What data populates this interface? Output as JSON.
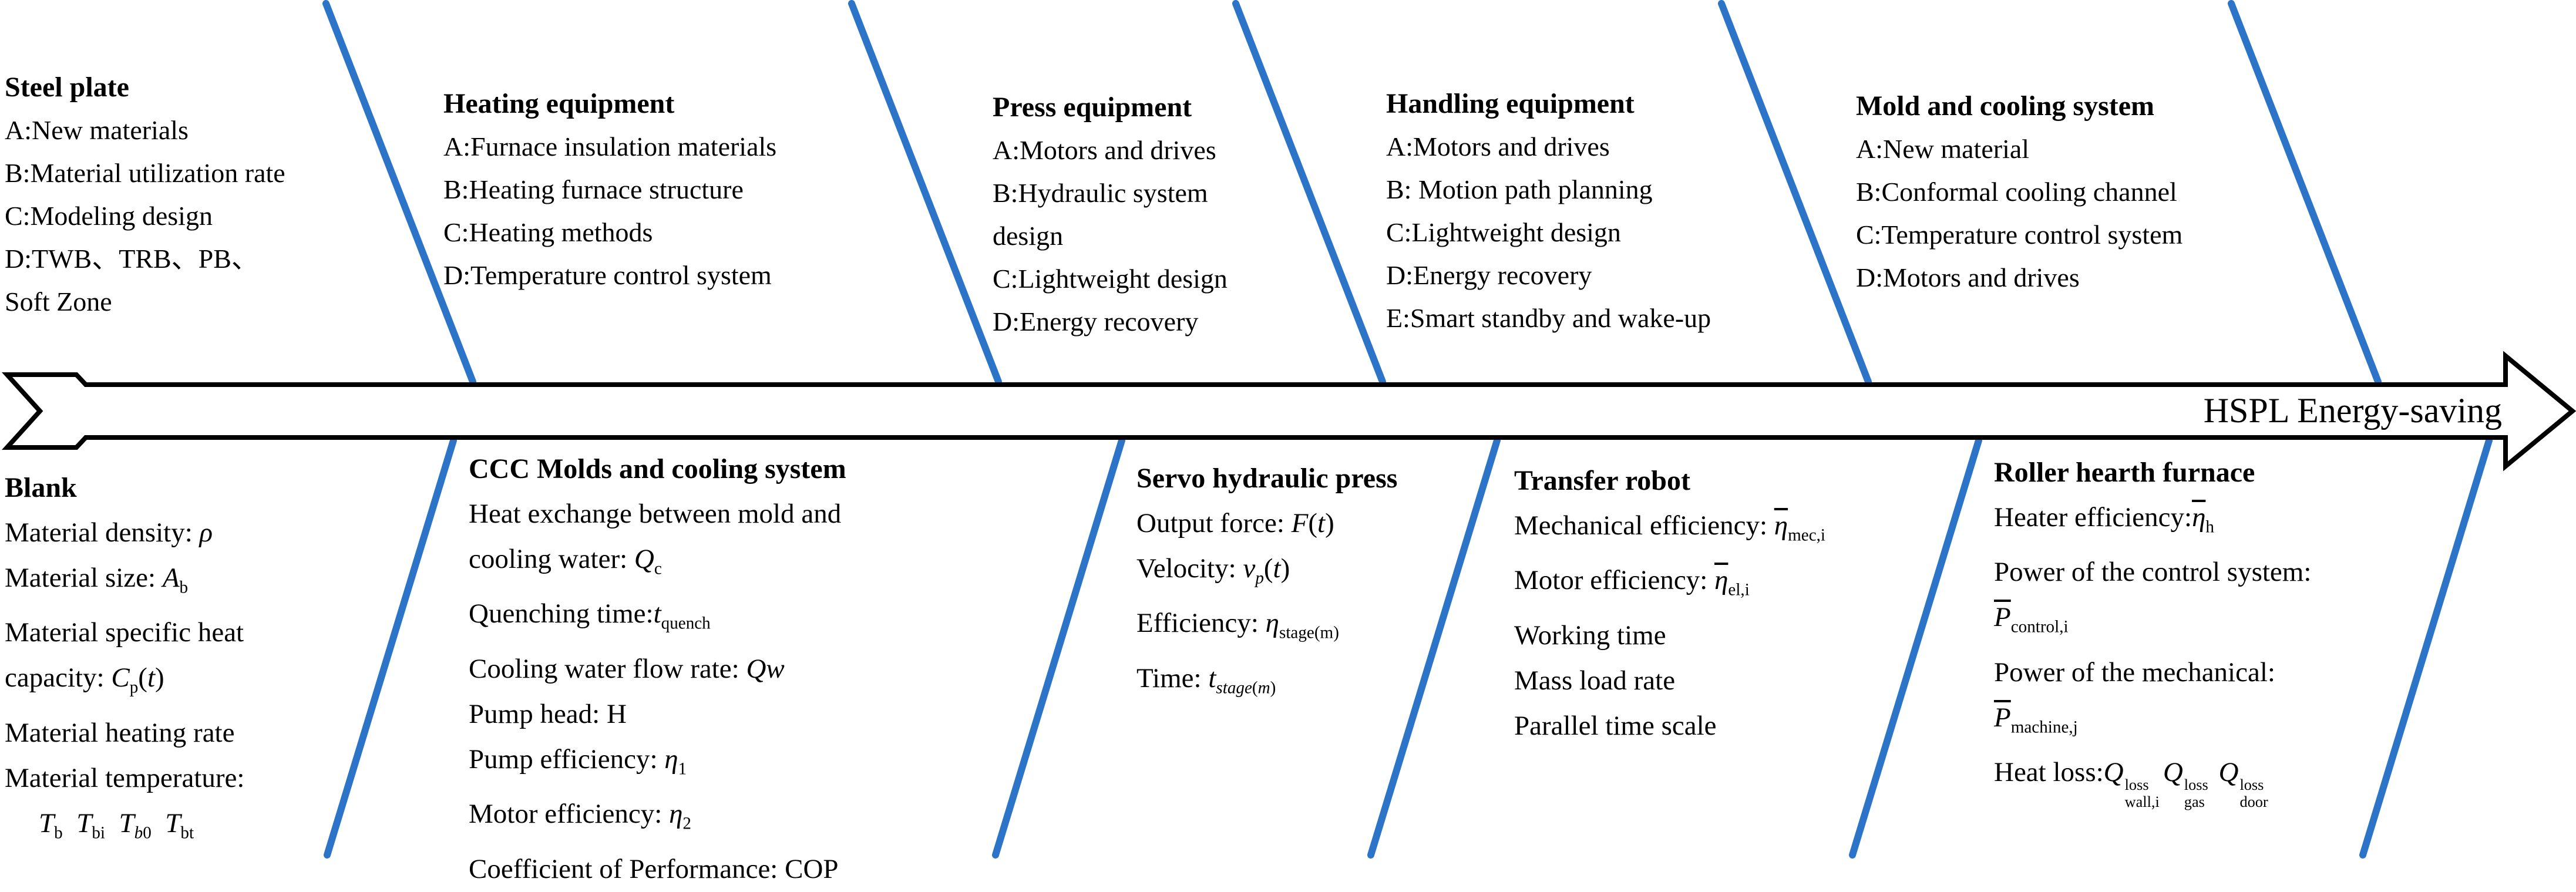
{
  "diagram": {
    "arrow_label": "HSPL Energy-saving",
    "rib_color": "#2B74C8",
    "outline_color": "#000000"
  },
  "top_sections": [
    {
      "title": "Steel plate",
      "lines": [
        "A:New materials",
        "B:Material utilization rate",
        "C:Modeling design",
        "D:TWB、TRB、PB、",
        "Soft Zone"
      ]
    },
    {
      "title": "Heating equipment",
      "lines": [
        "A:Furnace insulation materials",
        "B:Heating furnace structure",
        "C:Heating methods",
        "D:Temperature control system"
      ]
    },
    {
      "title": "Press equipment",
      "lines": [
        "A:Motors and drives",
        "B:Hydraulic system",
        "design",
        "C:Lightweight design",
        "D:Energy recovery"
      ]
    },
    {
      "title": "Handling equipment",
      "lines": [
        "A:Motors and drives",
        "B: Motion path planning",
        "C:Lightweight design",
        "D:Energy recovery",
        "E:Smart standby and wake-up"
      ]
    },
    {
      "title": "Mold and cooling system",
      "lines": [
        "A:New material",
        "B:Conformal cooling channel",
        "C:Temperature control system",
        "D:Motors and drives"
      ]
    }
  ],
  "bottom_sections": [
    {
      "title": "Blank",
      "lines": [
        "Material density: <i>ρ</i>",
        "Material size: <i>A</i><sub>b</sub>",
        "Material specific heat",
        "capacity: <i>C</i><sub>p</sub>(<i>t</i>)",
        "Material heating rate",
        "Material temperature:",
        "<span class='indent'></span><i>T</i><sub>b</sub>&nbsp;&nbsp;<i>T</i><sub>bi</sub>&nbsp;&nbsp;<i>T</i><sub><i>b</i>0</sub>&nbsp;&nbsp;<i>T</i><sub>bt</sub>"
      ]
    },
    {
      "title": "CCC Molds and cooling system",
      "lines": [
        "Heat exchange between mold and",
        "cooling water: <i>Q</i><sub>c</sub>",
        "Quenching time:<i>t</i><sub>quench</sub>",
        "Cooling water flow rate: <i>Qw</i>",
        "Pump head: H",
        "Pump efficiency: <i>η</i><sub>1</sub>",
        "Motor efficiency: <i>η</i><sub>2</sub>",
        "Coefficient of Performance: COP"
      ]
    },
    {
      "title": "Servo hydraulic press",
      "lines": [
        "Output force: <i>F</i>(<i>t</i>)",
        "Velocity: <i>v<sub>p</sub></i>(<i>t</i>)",
        "Efficiency: <i>η</i><sub>stage(m)</sub>",
        "Time: <i>t</i><sub><i>stage</i>(<i>m</i>)</sub>"
      ]
    },
    {
      "title": "Transfer robot",
      "lines": [
        "Mechanical efficiency: <span class='ov'><i>η</i></span><sub>mec,i</sub>",
        "Motor efficiency: <span class='ov'><i>η</i></span><sub>el,i</sub>",
        "Working time",
        "Mass load rate",
        "Parallel time scale"
      ]
    },
    {
      "title": "Roller hearth furnace",
      "lines": [
        "Heater efficiency:<span class='ov'><i>η</i></span><sub>h</sub>",
        "Power of the control system:",
        "<span class='ov'><i>P</i></span><sub>control,i</sub>",
        "Power of the mechanical:",
        "<span class='ov'><i>P</i></span><sub>machine,j</sub>",
        "Heat loss:<i>Q</i><span class='ss'><span>loss</span><span>wall,i</span></span><i>Q</i><span class='ss'><span>loss</span><span>gas</span></span>&nbsp;<i>Q</i><span class='ss'><span>loss</span><span>door</span></span>"
      ]
    }
  ]
}
